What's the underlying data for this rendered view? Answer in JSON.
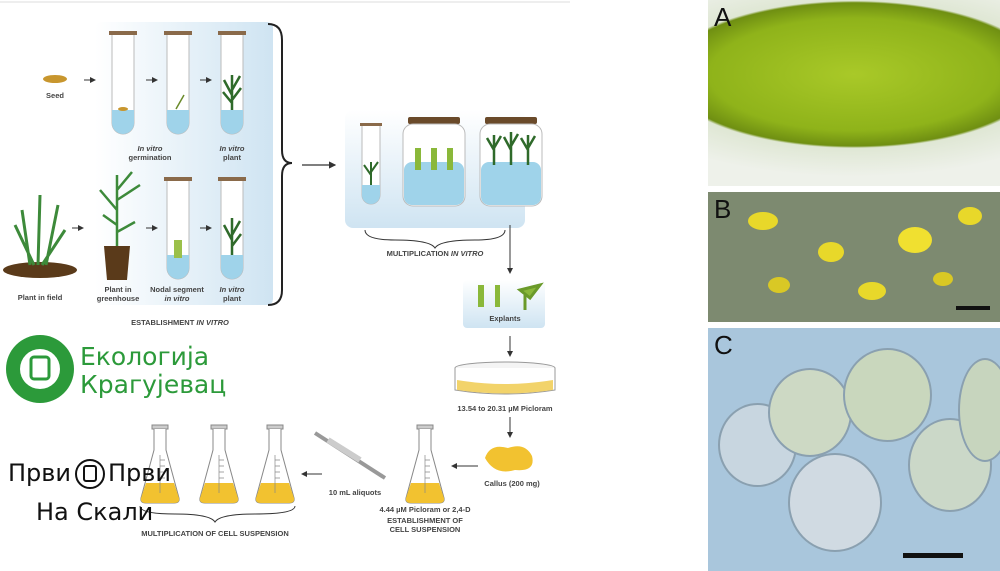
{
  "establishment": {
    "seed": "Seed",
    "germination_1": "In vitro",
    "germination_2": "germination",
    "plant_top_1": "In vitro",
    "plant_top_2": "plant",
    "field": "Plant in field",
    "greenhouse_1": "Plant in",
    "greenhouse_2": "greenhouse",
    "nodal_1": "Nodal segment",
    "nodal_2": "in vitro",
    "plant_bot_1": "In vitro",
    "plant_bot_2": "plant",
    "title_1": "ESTABLISHMENT ",
    "title_2": "IN VITRO"
  },
  "multiplication": {
    "title_1": "MULTIPLICATION ",
    "title_2": "IN VITRO"
  },
  "explants": "Explants",
  "petri": "13.54 to 20.31 µM Picloram",
  "callus": "Callus (200 mg)",
  "cell_suspension": {
    "medium": "4.44 µM Picloram or 2,4-D",
    "title_1": "ESTABLISHMENT OF",
    "title_2": "CELL SUSPENSION"
  },
  "aliquots": "10 mL aliquots",
  "multiplication_cell": "MULTIPLICATION OF CELL SUSPENSION",
  "logo": {
    "line1": "Екологија",
    "line2": "Крагујевац"
  },
  "watermark": {
    "word1": "Први",
    "word2": "Први",
    "line2": "На Скали"
  },
  "photos": {
    "a": "A",
    "b": "B",
    "c": "C"
  },
  "colors": {
    "green": "#2c9a3a",
    "liquid": "#9fd3ea",
    "medium": "#f2c230"
  }
}
